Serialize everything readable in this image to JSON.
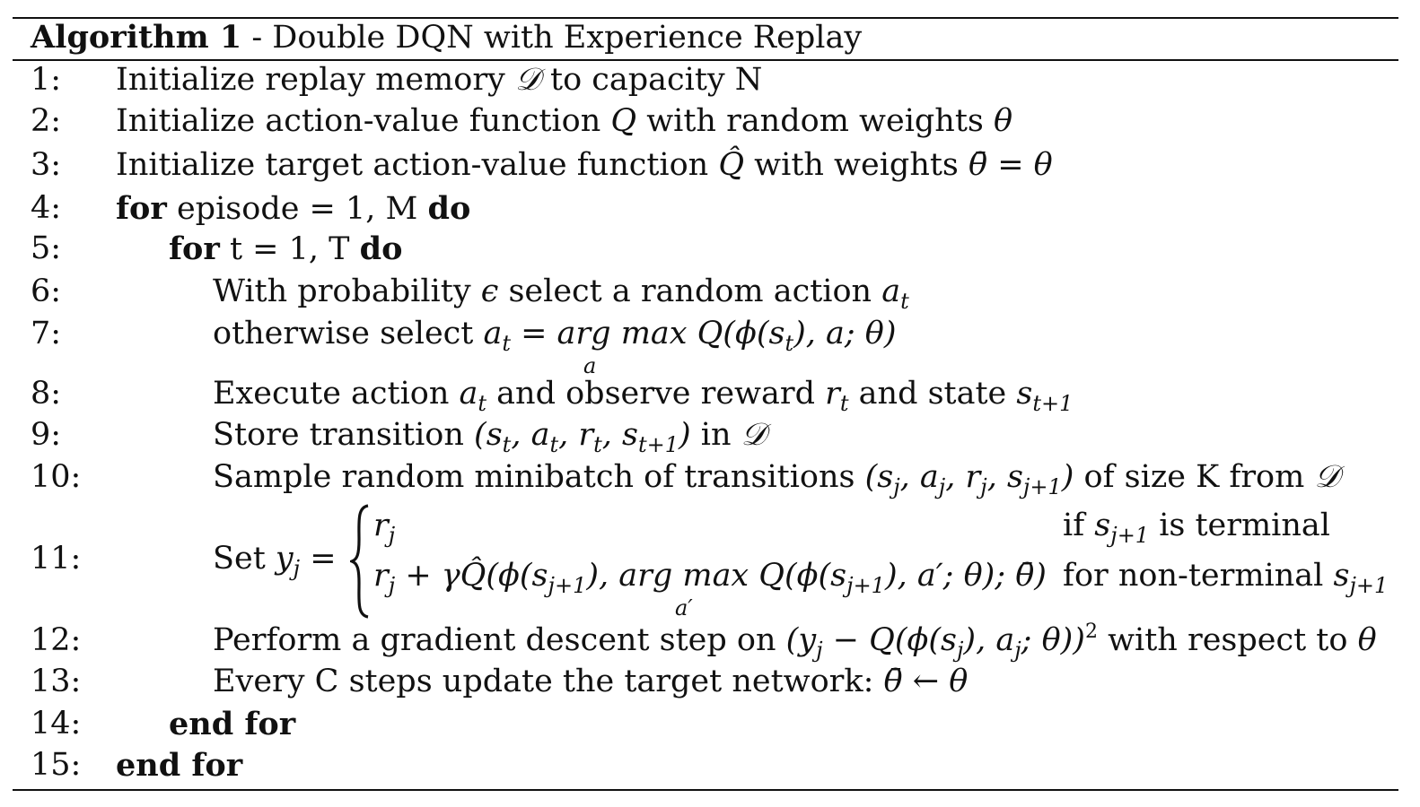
{
  "algorithm": {
    "label": "Algorithm 1",
    "title": " - Double DQN with Experience Replay",
    "lines": [
      {
        "num": "1:"
      },
      {
        "num": "2:"
      },
      {
        "num": "3:"
      },
      {
        "num": "4:"
      },
      {
        "num": "5:"
      },
      {
        "num": "6:"
      },
      {
        "num": "7:"
      },
      {
        "num": "8:"
      },
      {
        "num": "9:"
      },
      {
        "num": "10:"
      },
      {
        "num": "11:"
      },
      {
        "num": "12:"
      },
      {
        "num": "13:"
      },
      {
        "num": "14:"
      },
      {
        "num": "15:"
      }
    ],
    "text": {
      "l1a": "Initialize replay memory ",
      "l1b": "𝒟",
      "l1c": " to capacity N",
      "l2a": "Initialize action-value function ",
      "l2b": "Q",
      "l2c": " with random weights ",
      "l2d": "θ",
      "l3a": "Initialize target action-value function ",
      "l3b": "Q̂",
      "l3c": " with weights ",
      "l3d": "θ̄ = θ",
      "for": "for",
      "do": "do",
      "endfor": "end for",
      "l4": " episode = 1, M ",
      "l5": " t = 1, T ",
      "l6a": "With probability ",
      "l6b": "ϵ",
      "l6c": " select a random action ",
      "l6d": "a",
      "l6e": "t",
      "l7a": "otherwise select ",
      "l7b": "a",
      "l7c": "t",
      "l7d": " = arg max Q(ϕ(s",
      "l7e": "t",
      "l7f": "), a; θ)",
      "l7under": "a",
      "l8a": "Execute action ",
      "l8b": "a",
      "l8c": "t",
      "l8d": " and observe reward ",
      "l8e": "r",
      "l8f": "t",
      "l8g": " and state ",
      "l8h": "s",
      "l8i": "t+1",
      "l9a": "Store transition ",
      "l9b": "(s",
      "l9c": "t",
      "l9d": ", a",
      "l9e": "t",
      "l9f": ", r",
      "l9g": "t",
      "l9h": ", s",
      "l9i": "t+1",
      "l9j": ")",
      "l9k": " in ",
      "l9l": "𝒟",
      "l10a": "Sample random minibatch of transitions ",
      "l10b": "(s",
      "l10c": "j",
      "l10d": ", a",
      "l10e": "j",
      "l10f": ", r",
      "l10g": "j",
      "l10h": ", s",
      "l10i": "j+1",
      "l10j": ")",
      "l10k": " of size K from ",
      "l10l": "𝒟",
      "l11a": "Set ",
      "l11b": "y",
      "l11c": "j",
      "l11d": " =",
      "l11c1a": "r",
      "l11c1b": "j",
      "l11c1cond": "if ",
      "l11c1s": "s",
      "l11c1ss": "j+1",
      "l11c1tail": " is terminal",
      "l11c2a": "r",
      "l11c2b": "j",
      "l11c2c": " + γQ̂(ϕ(s",
      "l11c2d": "j+1",
      "l11c2e": "), arg max Q(ϕ(s",
      "l11c2f": "j+1",
      "l11c2g": "), a′; θ); θ̄)",
      "l11c2under": "a′",
      "l11c2cond": "for non-terminal ",
      "l11c2s": "s",
      "l11c2ss": "j+1",
      "l12a": "Perform a gradient descent step on ",
      "l12b": "(y",
      "l12c": "j",
      "l12d": " − Q(ϕ(s",
      "l12e": "j",
      "l12f": "), a",
      "l12g": "j",
      "l12h": "; θ))",
      "l12i": "2",
      "l12j": " with respect to ",
      "l12k": "θ",
      "l13a": "Every C steps update the target network: ",
      "l13b": "θ̄ ← θ"
    }
  }
}
